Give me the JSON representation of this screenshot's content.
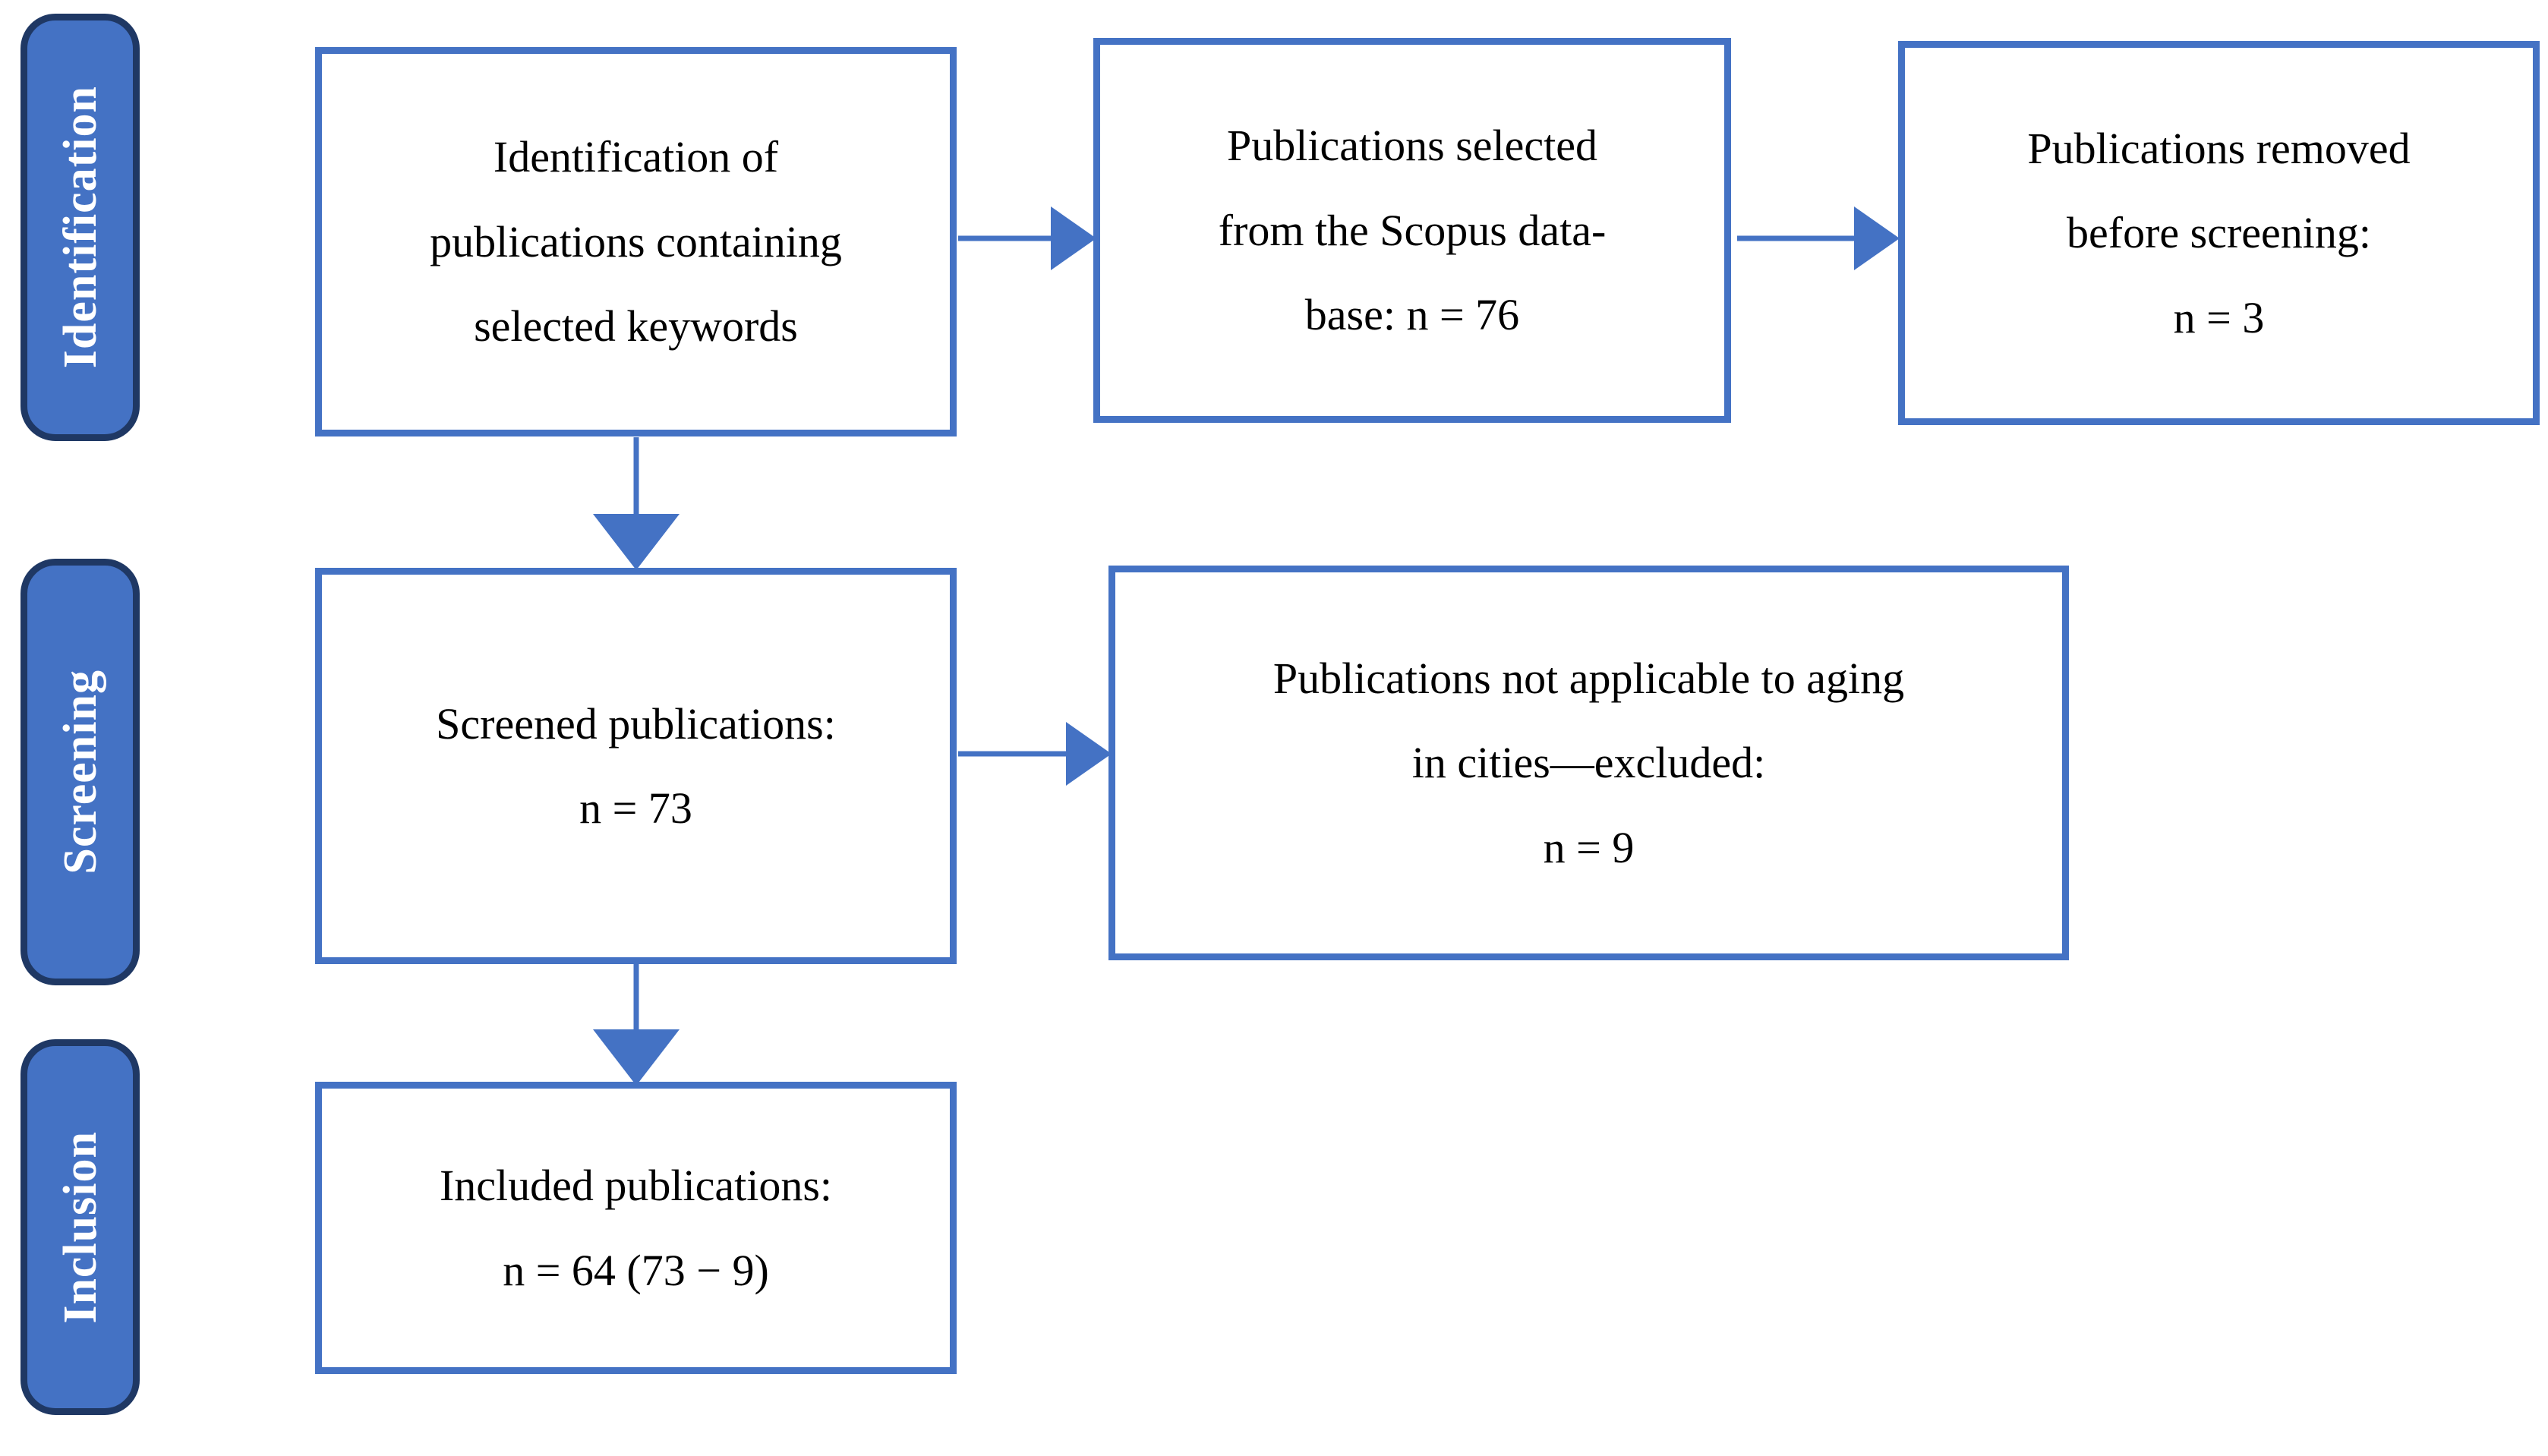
{
  "diagram": {
    "title": "PRISMA publication selection flow",
    "colors": {
      "box_border": "#4472C4",
      "stage_fill": "#4472C4",
      "stage_border": "#1F3864",
      "arrow": "#4472C4",
      "text": "#000000",
      "stage_text": "#FFFFFF",
      "background": "#FFFFFF"
    }
  },
  "stages": [
    {
      "id": "identification",
      "label": "Identification"
    },
    {
      "id": "screening",
      "label": "Screening"
    },
    {
      "id": "inclusion",
      "label": "Inclusion"
    }
  ],
  "boxes": [
    {
      "id": "identification-keywords",
      "stage": "identification",
      "text": "Identification of\npublications containing\nselected keywords"
    },
    {
      "id": "scopus-selected",
      "stage": "identification",
      "text": "Publications selected\nfrom the Scopus data-\nbase: n = 76",
      "count": 76
    },
    {
      "id": "removed-before-screening",
      "stage": "identification",
      "text": "Publications removed\nbefore screening:\nn = 3",
      "count": 3
    },
    {
      "id": "screened-publications",
      "stage": "screening",
      "text": "Screened publications:\nn = 73",
      "count": 73
    },
    {
      "id": "excluded-not-applicable",
      "stage": "screening",
      "text": "Publications not applicable to aging\nin cities—excluded:\nn = 9",
      "count": 9
    },
    {
      "id": "included-publications",
      "stage": "inclusion",
      "text": "Included publications:\nn = 64 (73 − 9)",
      "count": 64
    }
  ],
  "arrows": [
    {
      "id": "keywords-to-scopus",
      "direction": "right",
      "from": "identification-keywords",
      "to": "scopus-selected"
    },
    {
      "id": "scopus-to-removed",
      "direction": "right",
      "from": "scopus-selected",
      "to": "removed-before-screening"
    },
    {
      "id": "keywords-to-screened",
      "direction": "down",
      "from": "identification-keywords",
      "to": "screened-publications"
    },
    {
      "id": "screened-to-excluded",
      "direction": "right",
      "from": "screened-publications",
      "to": "excluded-not-applicable"
    },
    {
      "id": "screened-to-included",
      "direction": "down",
      "from": "screened-publications",
      "to": "included-publications"
    }
  ]
}
